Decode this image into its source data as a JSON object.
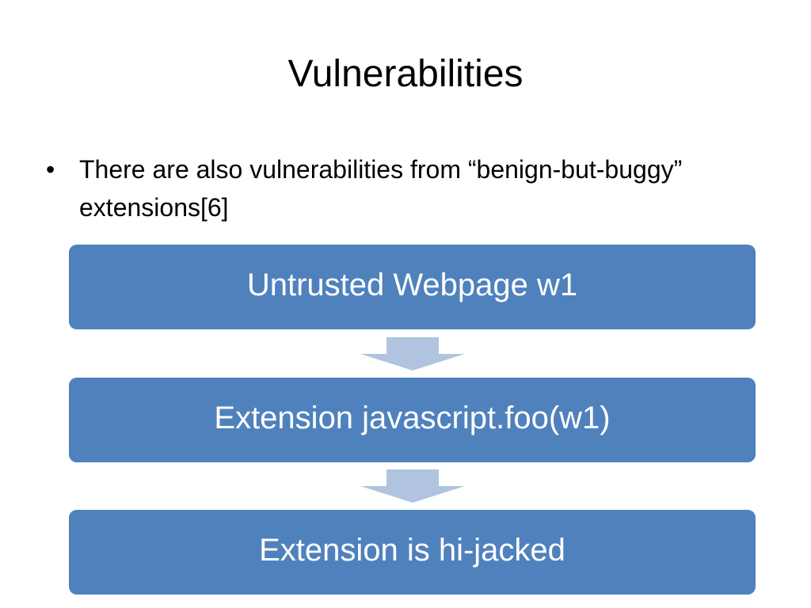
{
  "slide": {
    "title": "Vulnerabilities",
    "bullets": [
      {
        "marker": "•",
        "text": "There are also vulnerabilities from “benign-but-buggy” extensions[6]"
      }
    ]
  },
  "flow": {
    "steps": [
      {
        "label": "Untrusted Webpage w1"
      },
      {
        "label": "Extension javascript.foo(w1)"
      },
      {
        "label": "Extension is hi-jacked"
      }
    ],
    "box_color": "#4f81bd",
    "arrow_color": "#b0c4df",
    "text_color": "#ffffff"
  }
}
